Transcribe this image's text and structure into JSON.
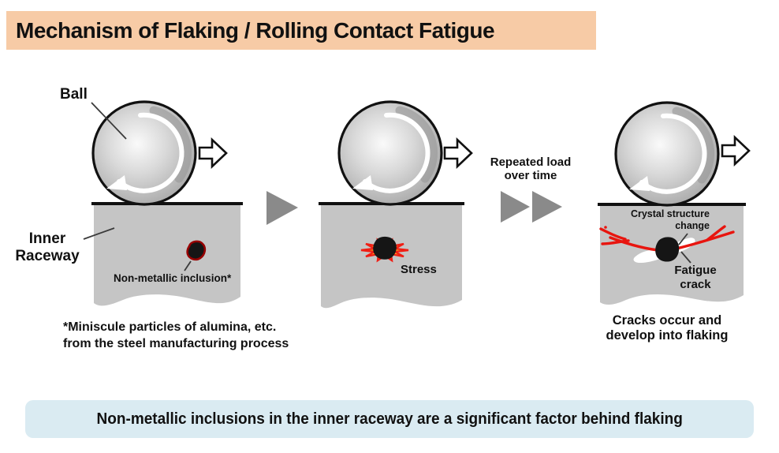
{
  "title": "Mechanism of Flaking / Rolling Contact Fatigue",
  "colors": {
    "title_bg": "#F7CBA6",
    "banner_bg": "#DAEBF2",
    "raceway_gray": "#C5C5C5",
    "transition_arrow_gray": "#8A8A8A",
    "crack_red": "#E8150F",
    "burst_yellow": "#FFC61E",
    "inclusion_outline": "#960000"
  },
  "stage1": {
    "ball_label": "Ball",
    "raceway_label": "Inner\nRaceway",
    "inclusion_label": "Non-metallic inclusion*"
  },
  "stage2": {
    "stress_label": "Stress"
  },
  "transition": {
    "label": "Repeated load\nover time"
  },
  "stage3": {
    "crystal_label": "Crystal structure\nchange",
    "fatigue_label": "Fatigue\ncrack",
    "caption": "Cracks occur and\ndevelop into flaking"
  },
  "footnote": "*Miniscule particles of alumina, etc.\nfrom the steel manufacturing process",
  "banner": "Non-metallic inclusions in the inner raceway are a significant factor behind flaking"
}
